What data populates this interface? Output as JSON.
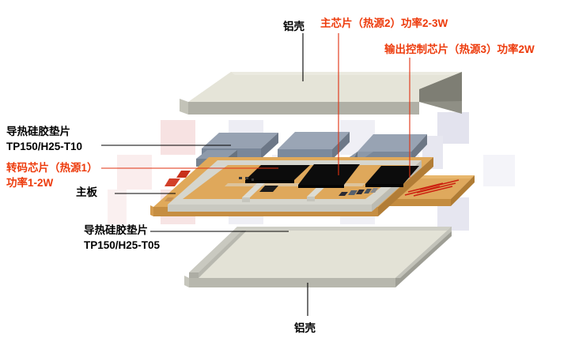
{
  "figure": {
    "type": "exploded-assembly-diagram",
    "title_present": false,
    "description": "Exploded isometric view of a device: top aluminum shell, three thermal silicone pads over three heat-generating chips on a PCB main board, and a bottom aluminum shell with a thermal silicone pad.",
    "colors": {
      "shell_top_face": "#E3E2D6",
      "shell_edge": "#8A8A80",
      "shell_side": "#B9B9AE",
      "pcb_top": "#E0A95A",
      "pcb_edge": "#C08A3E",
      "chip_black": "#0B0B0B",
      "thermal_pad": "#7A8799",
      "thermal_pad_top": "#8E9AAA",
      "leader_black": "#000000",
      "leader_red": "#E03010",
      "label_red": "#ED3B0C",
      "label_black": "#000000",
      "watermark_pink": "#F6DEDE",
      "watermark_lavender": "#E2E2EE",
      "trace_red": "#D02010",
      "frame_gray": "#D7D7D0"
    }
  },
  "labels": {
    "top_shell": {
      "text": "铝壳",
      "color": "#000000",
      "leader": "vertical-down"
    },
    "main_chip": {
      "text": "主芯片（热源2）功率2-3W",
      "color": "#ED3B0C",
      "leader": "vertical-down",
      "heat_source": "热源2",
      "power": "2-3W"
    },
    "output_control_chip": {
      "text": "输出控制芯片（热源3）功率2W",
      "color": "#ED3B0C",
      "leader": "vertical-down",
      "heat_source": "热源3",
      "power": "2W"
    },
    "pad_t10_line1": {
      "text": "导热硅胶垫片",
      "color": "#000000"
    },
    "pad_t10_line2": {
      "text": "TP150/H25-T10",
      "color": "#000000"
    },
    "transcode_chip_line1": {
      "text": "转码芯片（热源1）",
      "color": "#ED3B0C"
    },
    "transcode_chip_line2": {
      "text": "功率1-2W",
      "color": "#ED3B0C",
      "heat_source": "热源1",
      "power": "1-2W"
    },
    "main_board": {
      "text": "主板",
      "color": "#000000"
    },
    "pad_t05_line1": {
      "text": "导热硅胶垫片",
      "color": "#000000"
    },
    "pad_t05_line2": {
      "text": "TP150/H25-T05",
      "color": "#000000"
    },
    "bottom_shell": {
      "text": "铝壳",
      "color": "#000000",
      "leader": "vertical-up"
    }
  },
  "parts": [
    {
      "id": "top-shell",
      "name": "铝壳",
      "kind": "aluminum-shell",
      "position": "top"
    },
    {
      "id": "thermal-pad-t10",
      "name": "导热硅胶垫片 TP150/H25-T10",
      "kind": "thermal-pad",
      "thickness_code": "T10",
      "count": 3
    },
    {
      "id": "transcode-chip",
      "name": "转码芯片",
      "kind": "chip",
      "heat_source": "热源1",
      "power": "1-2W"
    },
    {
      "id": "main-chip",
      "name": "主芯片",
      "kind": "chip",
      "heat_source": "热源2",
      "power": "2-3W"
    },
    {
      "id": "output-control-chip",
      "name": "输出控制芯片",
      "kind": "chip",
      "heat_source": "热源3",
      "power": "2W"
    },
    {
      "id": "main-board",
      "name": "主板",
      "kind": "pcb"
    },
    {
      "id": "thermal-pad-t05",
      "name": "导热硅胶垫片 TP150/H25-T05",
      "kind": "thermal-pad",
      "thickness_code": "T05",
      "count": 1
    },
    {
      "id": "bottom-shell",
      "name": "铝壳",
      "kind": "aluminum-shell",
      "position": "bottom"
    }
  ]
}
